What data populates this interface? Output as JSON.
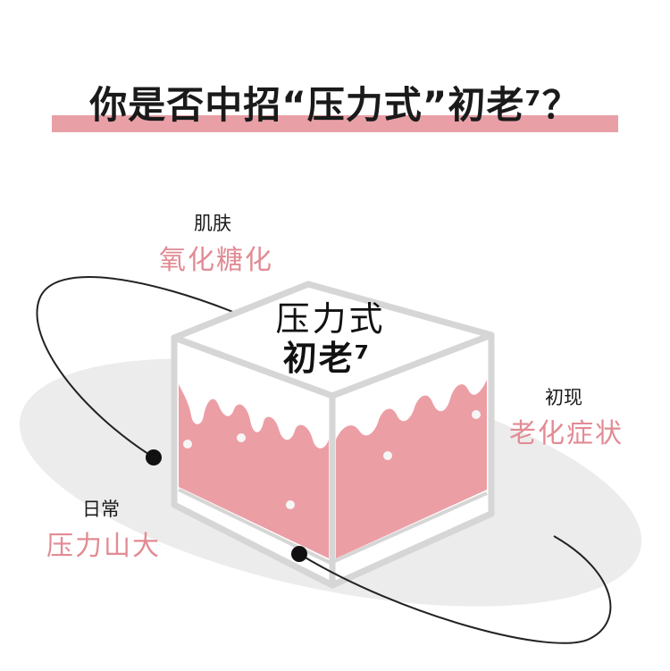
{
  "heading": {
    "text": "你是否中招“压力式”初老⁷？"
  },
  "cube": {
    "line1": "压力式",
    "line2": "初老⁷"
  },
  "labels": {
    "skin": {
      "small": "肌肤",
      "big": "氧化糖化"
    },
    "early": {
      "small": "初现",
      "big": "老化症状"
    },
    "daily": {
      "small": "日常",
      "big": "压力山大"
    }
  },
  "colors": {
    "accent": "#e8a0a6",
    "label_pink": "#e28b94",
    "cube_fill": "#ec9ea5",
    "cube_frame": "#d9d9d9",
    "shadow": "#ececec",
    "text_dark": "#1a1a1a"
  }
}
